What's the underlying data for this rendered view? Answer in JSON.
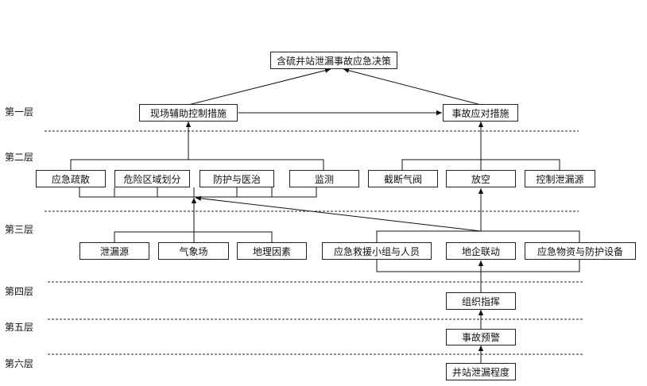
{
  "layers": [
    "第一层",
    "第二层",
    "第三层",
    "第四层",
    "第五层",
    "第六层"
  ],
  "nodes": {
    "root": "含硫井站泄漏事故应急决策",
    "onsite": "现场辅助控制措施",
    "response": "事故应对措施",
    "evacuate": "应急疏散",
    "zoning": "危险区域划分",
    "protect": "防护与医治",
    "monitor": "监测",
    "cutvalve": "截断气阀",
    "vent": "放空",
    "controlsrc": "控制泄漏源",
    "leaksrc": "泄漏源",
    "weather": "气象场",
    "geo": "地理因素",
    "team": "应急救援小组与人员",
    "linkage": "地企联动",
    "supplies": "应急物资与防护设备",
    "organize": "组织指挥",
    "warning": "事故预警",
    "leakdegree": "井站泄漏程度"
  }
}
